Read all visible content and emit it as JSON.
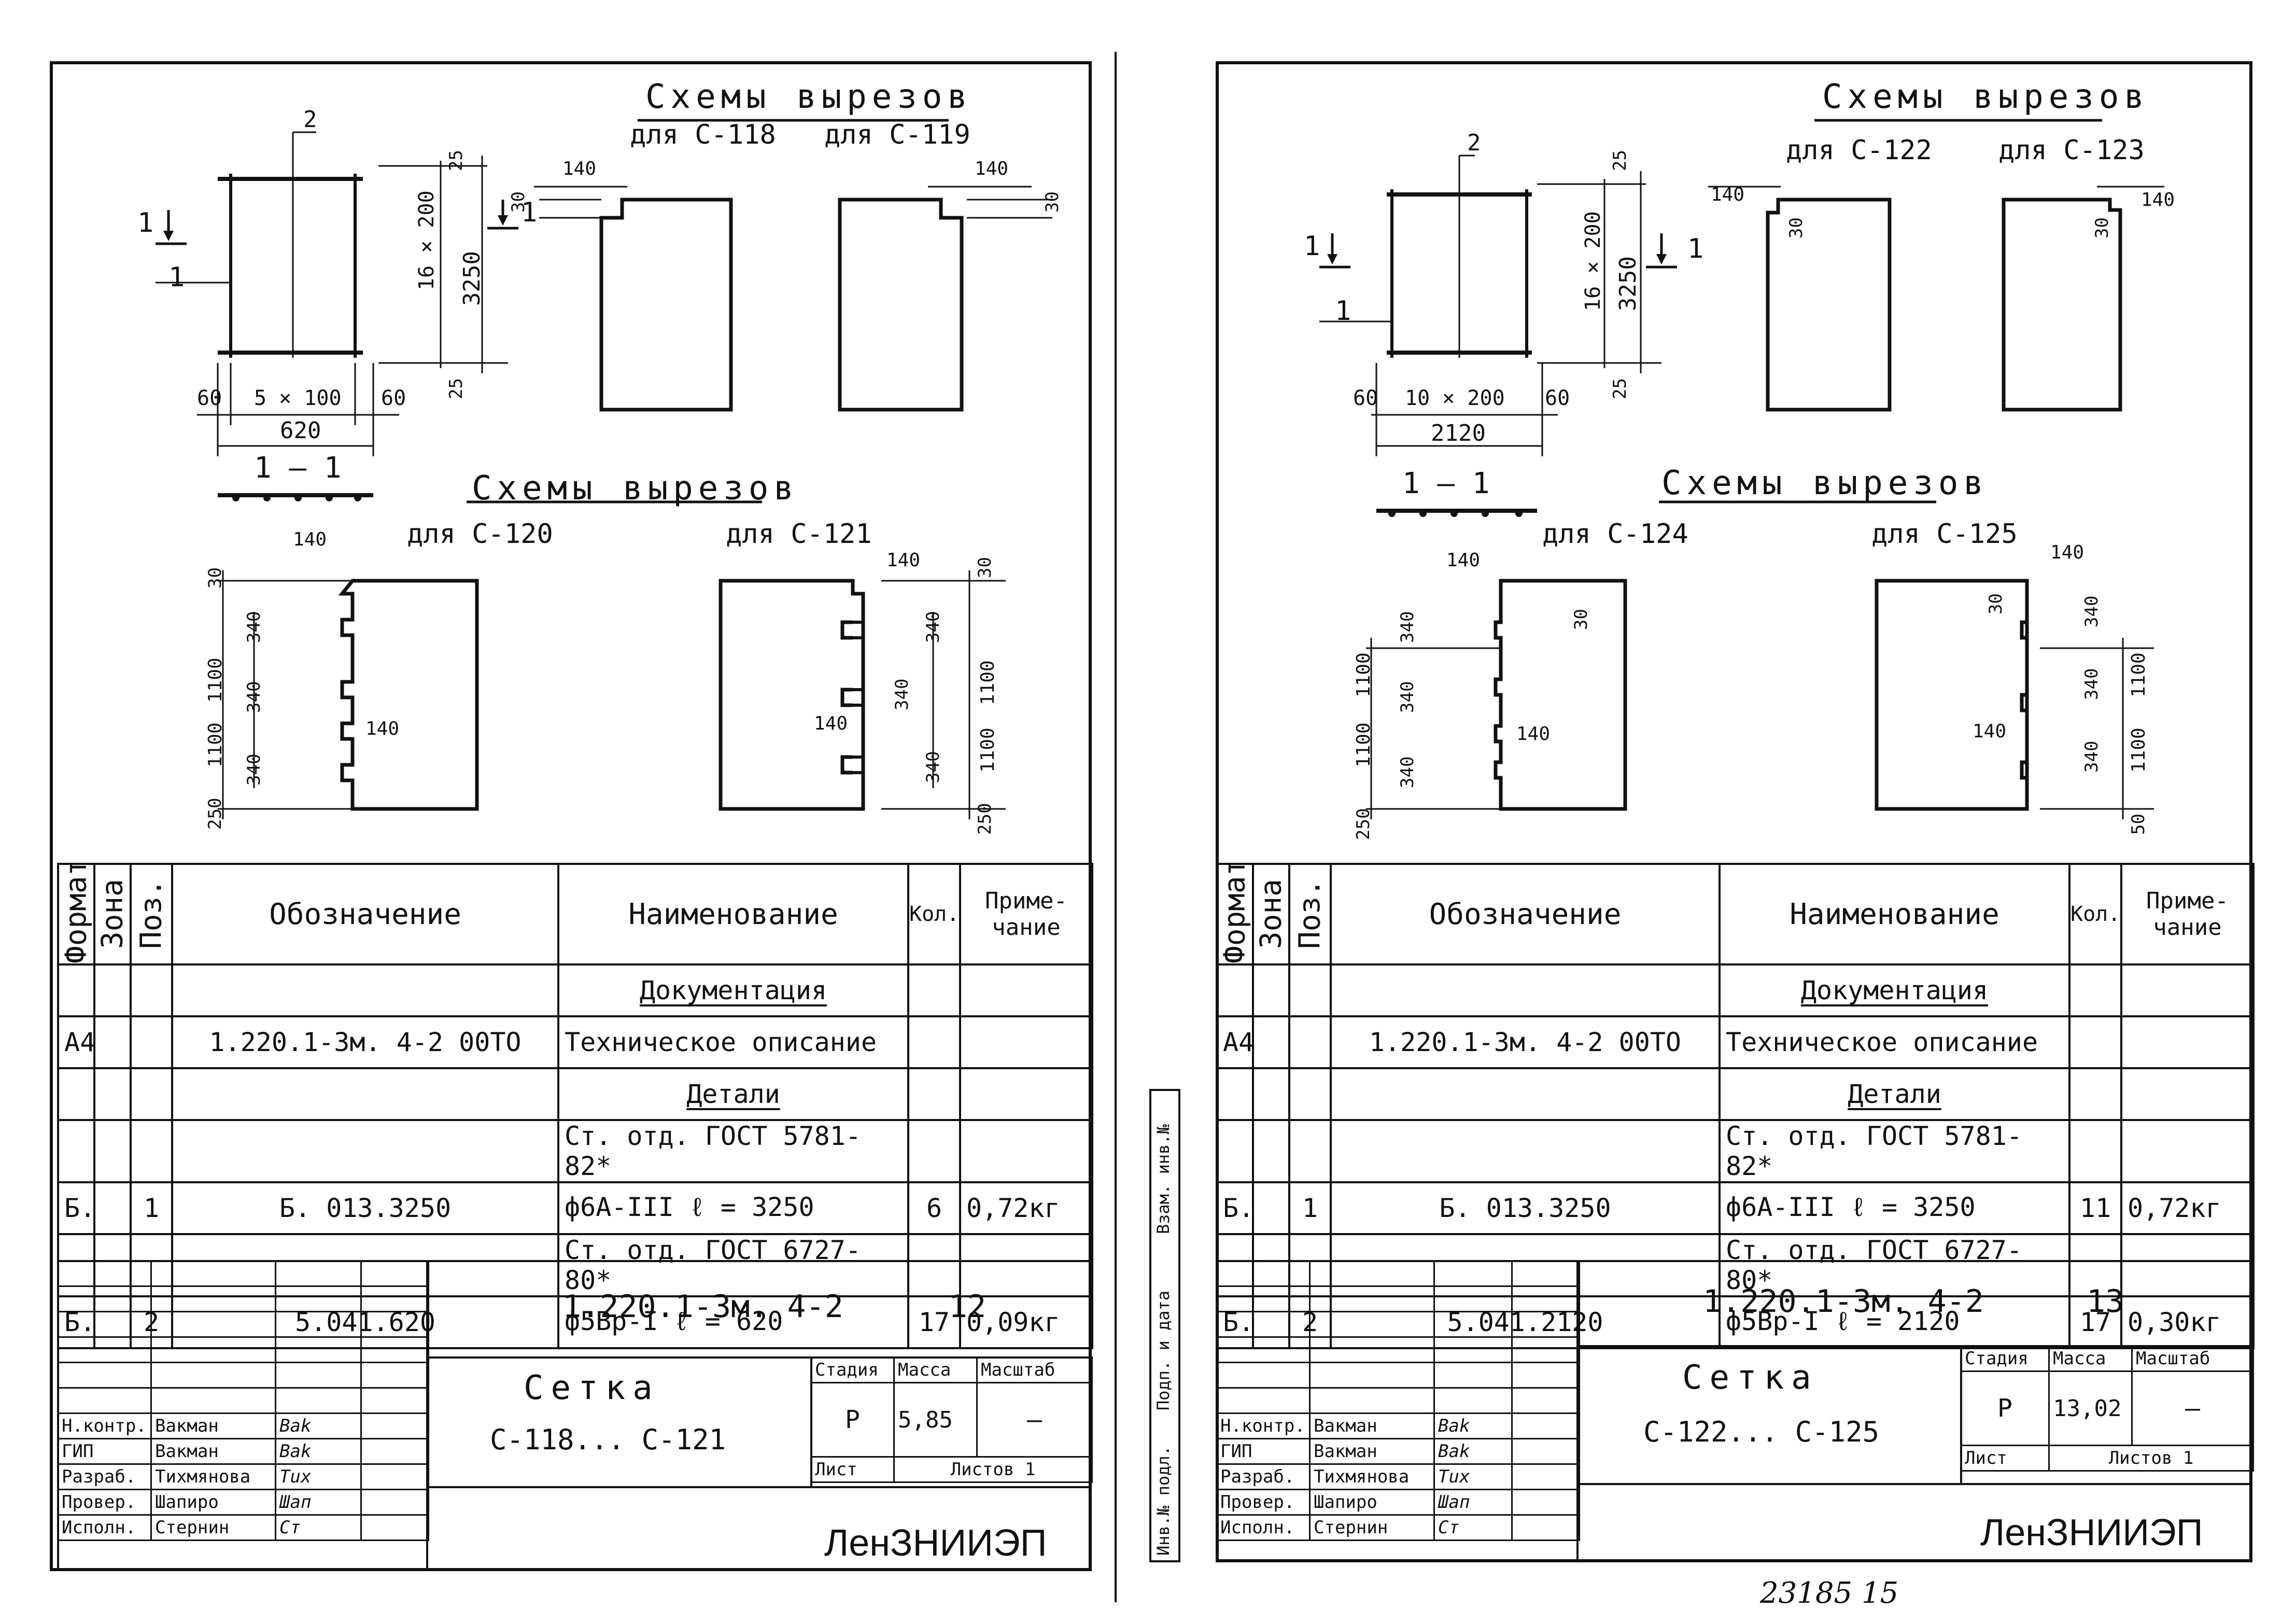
{
  "sheets": [
    {
      "section": "1 — 1",
      "cuts_title": "Схемы вырезов",
      "top": {
        "labels": [
          "для С-118",
          "для С-119"
        ],
        "mesh_dims": {
          "cols": "5 × 100",
          "side": "60",
          "total": "620",
          "rows": "16 × 200",
          "height": "3250",
          "edge": "25",
          "top_left": "2",
          "section_mark": "1",
          "rod_mark": "1"
        },
        "cut_dims": {
          "w": "140",
          "h": "30"
        }
      },
      "bottom": {
        "labels": [
          "для С-120",
          "для С-121"
        ],
        "dims": {
          "w": "140",
          "h": "30",
          "slot": "340",
          "span": "1100",
          "end": "250"
        }
      },
      "spec": {
        "headers": {
          "format": "Формат",
          "zone": "Зона",
          "pos": "Поз.",
          "designation": "Обозначение",
          "name": "Наименование",
          "qty": "Кол.",
          "note": "Приме-чание"
        },
        "rows": [
          {
            "format": "",
            "zone": "",
            "pos": "",
            "designation": "",
            "name": "Документация",
            "qty": "",
            "note": "",
            "name_under": true
          },
          {
            "format": "А4",
            "zone": "",
            "pos": "",
            "designation": "1.220.1-3м. 4-2 00ТО",
            "name": "Техническое описание",
            "qty": "",
            "note": ""
          },
          {
            "format": "",
            "zone": "",
            "pos": "",
            "designation": "",
            "name": "Детали",
            "qty": "",
            "note": "",
            "name_under": true
          },
          {
            "format": "",
            "zone": "",
            "pos": "",
            "designation": "",
            "name": "Ст. отд. ГОСТ 5781-82*",
            "qty": "",
            "note": ""
          },
          {
            "format": "Б.Ч",
            "zone": "",
            "pos": "1",
            "designation": "Б. 013.3250",
            "name": "ф6А-III ℓ = 3250",
            "qty": "6",
            "note": "0,72кг"
          },
          {
            "format": "",
            "zone": "",
            "pos": "",
            "designation": "",
            "name": "Ст. отд. ГОСТ 6727-80*",
            "qty": "",
            "note": ""
          },
          {
            "format": "Б.Ч",
            "zone": "",
            "pos": "2",
            "designation": "5.041.620",
            "name": "ф5Вр-I ℓ = 620",
            "qty": "17",
            "note": "0,09кг"
          }
        ]
      },
      "stamp": {
        "code": "1.220.1-3м.   4-2",
        "sheet_no": "12",
        "title": "Сетка",
        "subtitle": "С-118... С-121",
        "stage_label": "Стадия",
        "mass_label": "Масса",
        "scale_label": "Масштаб",
        "stage": "Р",
        "mass": "5,85",
        "scale": "—",
        "sheet_label": "Лист",
        "sheets_label": "Листов 1",
        "org": "ЛенЗНИИЭП",
        "people": [
          {
            "role": "Н.контр.",
            "name": "Вакман",
            "sign": "Bak"
          },
          {
            "role": "ГИП",
            "name": "Вакман",
            "sign": "Bak"
          },
          {
            "role": "Разраб.",
            "name": "Тихмянова",
            "sign": "Tux"
          },
          {
            "role": "Провер.",
            "name": "Шапиро",
            "sign": "Шап"
          },
          {
            "role": "Исполн.",
            "name": "Стернин",
            "sign": "Ст"
          }
        ]
      }
    },
    {
      "section": "1 — 1",
      "cuts_title": "Схемы вырезов",
      "top": {
        "labels": [
          "для С-122",
          "для С-123"
        ],
        "mesh_dims": {
          "cols": "10 × 200",
          "side": "60",
          "total": "2120",
          "rows": "16 × 200",
          "height": "3250",
          "edge": "25",
          "top_left": "2",
          "section_mark": "1",
          "rod_mark": "1"
        },
        "cut_dims": {
          "w": "140",
          "h": "30"
        }
      },
      "bottom": {
        "labels": [
          "для С-124",
          "для С-125"
        ],
        "dims": {
          "w": "140",
          "h": "30",
          "slot": "340",
          "span": "1100",
          "end": "250",
          "end2": "50"
        }
      },
      "spec": {
        "headers": {
          "format": "Формат",
          "zone": "Зона",
          "pos": "Поз.",
          "designation": "Обозначение",
          "name": "Наименование",
          "qty": "Кол.",
          "note": "Приме-чание"
        },
        "rows": [
          {
            "format": "",
            "zone": "",
            "pos": "",
            "designation": "",
            "name": "Документация",
            "qty": "",
            "note": "",
            "name_under": true
          },
          {
            "format": "А4",
            "zone": "",
            "pos": "",
            "designation": "1.220.1-3м. 4-2 00ТО",
            "name": "Техническое описание",
            "qty": "",
            "note": ""
          },
          {
            "format": "",
            "zone": "",
            "pos": "",
            "designation": "",
            "name": "Детали",
            "qty": "",
            "note": "",
            "name_under": true
          },
          {
            "format": "",
            "zone": "",
            "pos": "",
            "designation": "",
            "name": "Ст. отд. ГОСТ 5781-82*",
            "qty": "",
            "note": ""
          },
          {
            "format": "Б.Ч",
            "zone": "",
            "pos": "1",
            "designation": "Б. 013.3250",
            "name": "ф6А-III ℓ = 3250",
            "qty": "11",
            "note": "0,72кг"
          },
          {
            "format": "",
            "zone": "",
            "pos": "",
            "designation": "",
            "name": "Ст. отд. ГОСТ 6727-80*",
            "qty": "",
            "note": ""
          },
          {
            "format": "Б.Ч",
            "zone": "",
            "pos": "2",
            "designation": "5.041.2120",
            "name": "ф5Вр-I ℓ = 2120",
            "qty": "17",
            "note": "0,30кг"
          }
        ]
      },
      "stamp": {
        "code": "1.220.1-3м.   4-2",
        "sheet_no": "13",
        "title": "Сетка",
        "subtitle": "С-122... С-125",
        "stage_label": "Стадия",
        "mass_label": "Масса",
        "scale_label": "Масштаб",
        "stage": "Р",
        "mass": "13,02",
        "scale": "—",
        "sheet_label": "Лист",
        "sheets_label": "Листов 1",
        "org": "ЛенЗНИИЭП",
        "people": [
          {
            "role": "Н.контр.",
            "name": "Вакман",
            "sign": "Bak"
          },
          {
            "role": "ГИП",
            "name": "Вакман",
            "sign": "Bak"
          },
          {
            "role": "Разраб.",
            "name": "Тихмянова",
            "sign": "Tux"
          },
          {
            "role": "Провер.",
            "name": "Шапиро",
            "sign": "Шап"
          },
          {
            "role": "Исполн.",
            "name": "Стернин",
            "sign": "Ст"
          }
        ]
      },
      "side_strip": [
        "Инв.№ подл.",
        "Подп. и дата",
        "Взам. инв.№"
      ],
      "footer": "23185    15"
    }
  ]
}
